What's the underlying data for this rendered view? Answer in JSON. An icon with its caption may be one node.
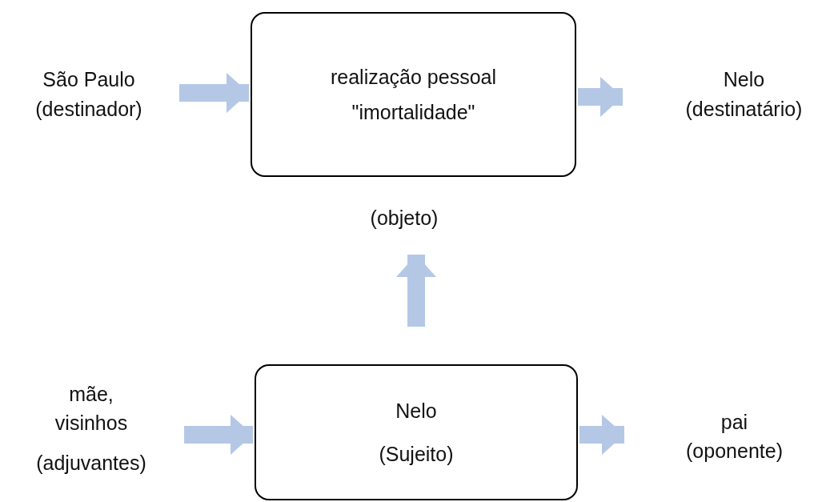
{
  "diagram": {
    "nodes": [
      {
        "text": [
          "São Paulo (destinador)"
        ]
      },
      {
        "text": [
          "realização pessoal",
          "\"imortalidade\""
        ],
        "beside": [
          "(objeto)"
        ]
      },
      {
        "text": [
          "Nelo (destinatário)"
        ]
      },
      {
        "text": [
          "mãe, visinhos",
          "(adjuvantes)"
        ]
      },
      {
        "text": [
          "Nelo",
          "(Sujeito)"
        ]
      },
      {
        "text": [
          "pai (oponente)"
        ]
      }
    ],
    "edges": [
      {
        "from": 0,
        "to": 1,
        "arrow": "to"
      },
      {
        "from": 1,
        "to": 2,
        "arrow": "to"
      },
      {
        "from": 4,
        "to": 1,
        "arrow": "to"
      },
      {
        "from": 3,
        "to": 4,
        "arrow": "to"
      },
      {
        "from": 4,
        "to": 5,
        "arrow": "to"
      }
    ]
  }
}
